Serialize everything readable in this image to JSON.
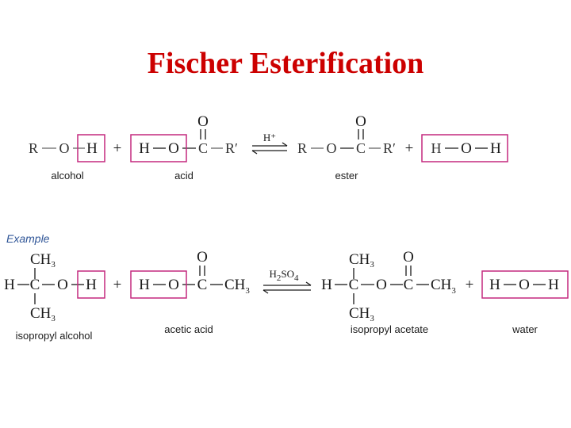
{
  "colors": {
    "title": "#cc0000",
    "box": "#c4297e",
    "example": "#2f5597",
    "grey_atom": "#666666"
  },
  "title": "Fischer Esterification",
  "general": {
    "alcohol": {
      "r": "R",
      "o": "O",
      "h": "H"
    },
    "plus1": "+",
    "acid": {
      "h": "H",
      "o": "O",
      "carbonyl_o": "O",
      "c": "C",
      "r": "R′"
    },
    "catalyst": "H⁺",
    "ester": {
      "r": "R",
      "o": "O",
      "carbonyl_o": "O",
      "c": "C",
      "r2": "R′"
    },
    "plus2": "+",
    "water": {
      "h1": "H",
      "o": "O",
      "h2": "H"
    },
    "labels": {
      "alcohol": "alcohol",
      "acid": "acid",
      "ester": "ester"
    }
  },
  "example": {
    "heading": "Example",
    "alcohol": {
      "ch3_top": "CH",
      "ch3_top_sub": "3",
      "h_left": "H",
      "c": "C",
      "o": "O",
      "h": "H",
      "ch3_bottom": "CH",
      "ch3_bottom_sub": "3"
    },
    "plus1": "+",
    "acid": {
      "h": "H",
      "o": "O",
      "carbonyl_o": "O",
      "c": "C",
      "ch3": "CH",
      "ch3_sub": "3"
    },
    "catalyst": {
      "main": "H",
      "sub1": "2",
      "mid": "SO",
      "sub2": "4"
    },
    "ester": {
      "ch3_top": "CH",
      "ch3_top_sub": "3",
      "h_left": "H",
      "c1": "C",
      "o": "O",
      "carbonyl_o": "O",
      "c2": "C",
      "ch3": "CH",
      "ch3_sub": "3",
      "ch3_bottom": "CH",
      "ch3_bottom_sub": "3"
    },
    "plus2": "+",
    "water": {
      "h1": "H",
      "o": "O",
      "h2": "H"
    },
    "labels": {
      "alcohol": "isopropyl alcohol",
      "acid": "acetic acid",
      "ester": "isopropyl acetate",
      "water": "water"
    }
  }
}
